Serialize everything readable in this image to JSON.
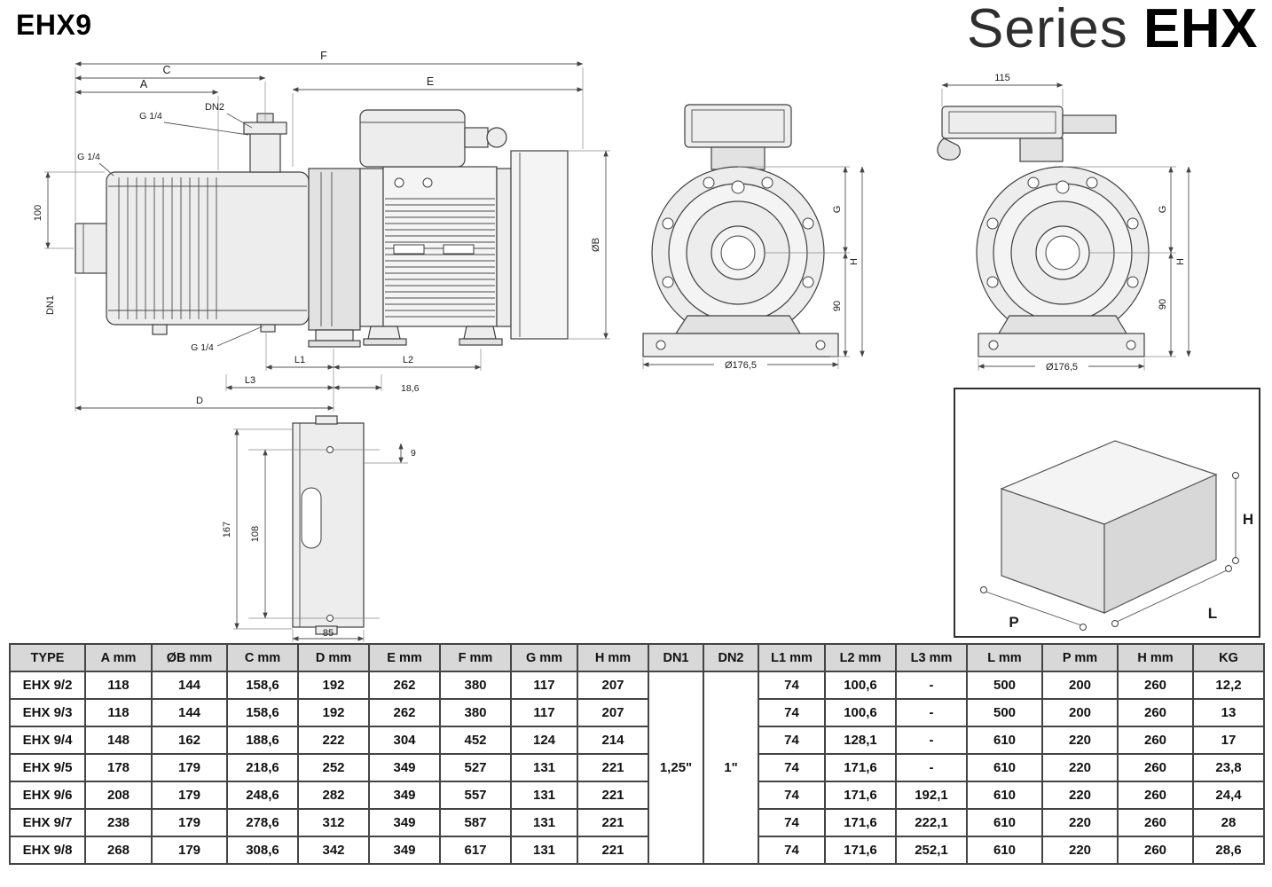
{
  "header": {
    "model": "EHX9",
    "series_prefix": "Series",
    "series_name": "EHX"
  },
  "side_view": {
    "dim_f": "F",
    "dim_c": "C",
    "dim_a": "A",
    "dim_e": "E",
    "dn2_label": "DN2",
    "dn1_label": "DN1",
    "g14": "G 1/4",
    "dim_100": "100",
    "dim_ob": "ØB",
    "dim_l1": "L1",
    "dim_l2": "L2",
    "dim_l3": "L3",
    "dim_18_6": "18,6",
    "dim_d": "D",
    "dim_167": "167",
    "dim_108": "108",
    "dim_9": "9",
    "dim_85": "85"
  },
  "front_view_drive": {
    "dim_g": "G",
    "dim_h": "H",
    "dim_90": "90",
    "dim_diameter": "Ø176,5"
  },
  "front_view_fan": {
    "dim_115": "115",
    "dim_g": "G",
    "dim_h": "H",
    "dim_90": "90",
    "dim_diameter": "Ø176,5"
  },
  "packaging_view": {
    "dim_p": "P",
    "dim_l": "L",
    "dim_h": "H"
  },
  "table": {
    "headers": [
      "TYPE",
      "A mm",
      "ØB mm",
      "C mm",
      "D mm",
      "E mm",
      "F mm",
      "G mm",
      "H mm",
      "DN1",
      "DN2",
      "L1 mm",
      "L2 mm",
      "L3 mm",
      "L mm",
      "P mm",
      "H mm",
      "KG"
    ],
    "dn1_value": "1,25\"",
    "dn2_value": "1\"",
    "rows": [
      [
        "EHX 9/2",
        "118",
        "144",
        "158,6",
        "192",
        "262",
        "380",
        "117",
        "207",
        "74",
        "100,6",
        "-",
        "500",
        "200",
        "260",
        "12,2"
      ],
      [
        "EHX 9/3",
        "118",
        "144",
        "158,6",
        "192",
        "262",
        "380",
        "117",
        "207",
        "74",
        "100,6",
        "-",
        "500",
        "200",
        "260",
        "13"
      ],
      [
        "EHX 9/4",
        "148",
        "162",
        "188,6",
        "222",
        "304",
        "452",
        "124",
        "214",
        "74",
        "128,1",
        "-",
        "610",
        "220",
        "260",
        "17"
      ],
      [
        "EHX 9/5",
        "178",
        "179",
        "218,6",
        "252",
        "349",
        "527",
        "131",
        "221",
        "74",
        "171,6",
        "-",
        "610",
        "220",
        "260",
        "23,8"
      ],
      [
        "EHX 9/6",
        "208",
        "179",
        "248,6",
        "282",
        "349",
        "557",
        "131",
        "221",
        "74",
        "171,6",
        "192,1",
        "610",
        "220",
        "260",
        "24,4"
      ],
      [
        "EHX 9/7",
        "238",
        "179",
        "278,6",
        "312",
        "349",
        "587",
        "131",
        "221",
        "74",
        "171,6",
        "222,1",
        "610",
        "220",
        "260",
        "28"
      ],
      [
        "EHX 9/8",
        "268",
        "179",
        "308,6",
        "342",
        "349",
        "617",
        "131",
        "221",
        "74",
        "171,6",
        "252,1",
        "610",
        "220",
        "260",
        "28,6"
      ]
    ]
  }
}
